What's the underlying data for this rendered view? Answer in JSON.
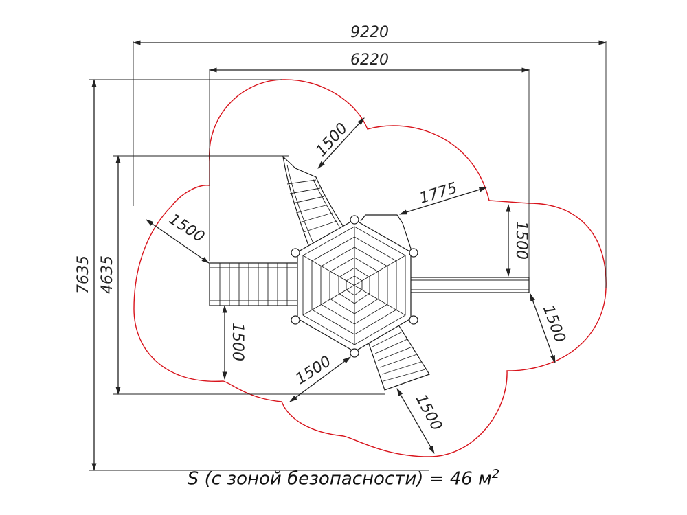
{
  "dimensions": {
    "overall_width": "9220",
    "inner_width": "6220",
    "overall_height": "7635",
    "inner_height": "4635",
    "safety_top": "1500",
    "safety_left": "1500",
    "safety_upper_right": "1775",
    "safety_right": "1500",
    "safety_right_lower": "1500",
    "safety_left_lower": "1500",
    "safety_bottom_left": "1500",
    "safety_bottom_right": "1500"
  },
  "caption": {
    "text": "S (с зоной безопасности) = 46 м",
    "superscript": "2"
  },
  "colors": {
    "safety_zone": "#d8141c",
    "lines": "#222222"
  }
}
